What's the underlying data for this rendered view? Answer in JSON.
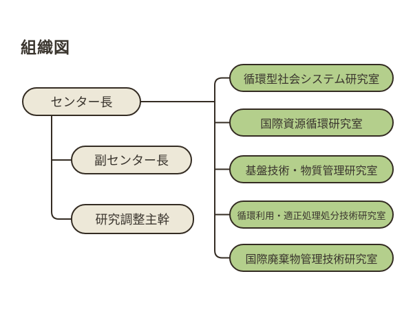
{
  "title": "組織図",
  "colors": {
    "background": "#ffffff",
    "box_cream": "#ede8d8",
    "box_green": "#b4cf8c",
    "border": "#332b22",
    "line": "#332b22",
    "text": "#3a352e"
  },
  "org": {
    "root": {
      "label": "センター長"
    },
    "staff": [
      {
        "label": "副センター長"
      },
      {
        "label": "研究調整主幹"
      }
    ],
    "offices": [
      {
        "label": "循環型社会システム研究室"
      },
      {
        "label": "国際資源循環研究室"
      },
      {
        "label": "基盤技術・物質管理研究室"
      },
      {
        "label": "循環利用・適正処理処分技術研究室"
      },
      {
        "label": "国際廃棄物管理技術研究室"
      }
    ]
  }
}
